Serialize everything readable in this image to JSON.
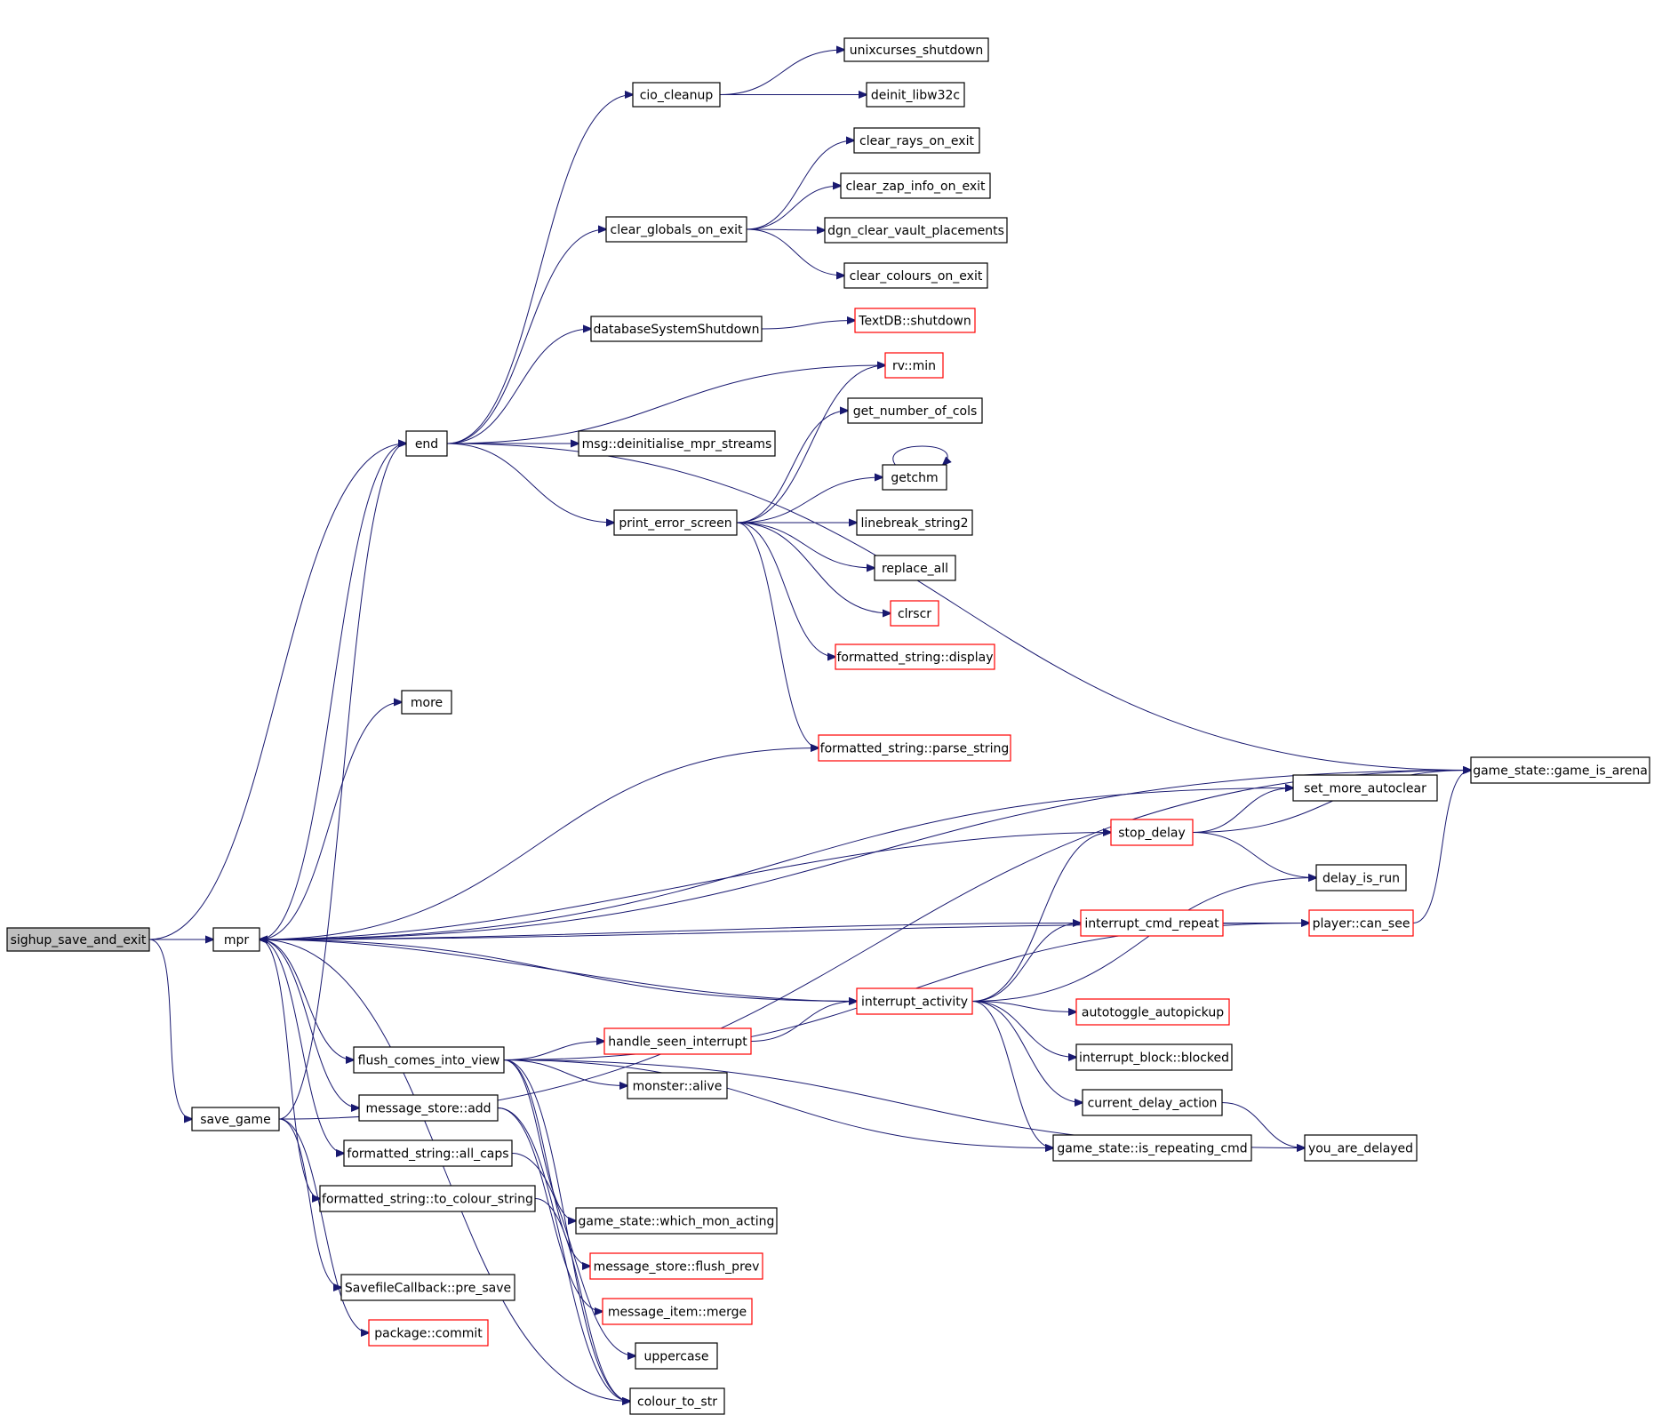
{
  "nodes": [
    {
      "id": "sighup",
      "label": "sighup_save_and_exit",
      "style": "root"
    },
    {
      "id": "mpr",
      "label": "mpr",
      "style": "normal"
    },
    {
      "id": "save_game",
      "label": "save_game",
      "style": "normal"
    },
    {
      "id": "end",
      "label": "end",
      "style": "normal"
    },
    {
      "id": "more",
      "label": "more",
      "style": "normal"
    },
    {
      "id": "cio_cleanup",
      "label": "cio_cleanup",
      "style": "normal"
    },
    {
      "id": "unixcurses_shutdown",
      "label": "unixcurses_shutdown",
      "style": "normal"
    },
    {
      "id": "deinit_libw32c",
      "label": "deinit_libw32c",
      "style": "normal"
    },
    {
      "id": "clear_globals_on_exit",
      "label": "clear_globals_on_exit",
      "style": "normal"
    },
    {
      "id": "clear_rays_on_exit",
      "label": "clear_rays_on_exit",
      "style": "normal"
    },
    {
      "id": "clear_zap_info_on_exit",
      "label": "clear_zap_info_on_exit",
      "style": "normal"
    },
    {
      "id": "dgn_clear_vault_placements",
      "label": "dgn_clear_vault_placements",
      "style": "normal"
    },
    {
      "id": "clear_colours_on_exit",
      "label": "clear_colours_on_exit",
      "style": "normal"
    },
    {
      "id": "databaseSystemShutdown",
      "label": "databaseSystemShutdown",
      "style": "normal"
    },
    {
      "id": "textdb_shutdown",
      "label": "TextDB::shutdown",
      "style": "red"
    },
    {
      "id": "rv_min",
      "label": "rv::min",
      "style": "red"
    },
    {
      "id": "msg_deinit",
      "label": "msg::deinitialise_mpr_streams",
      "style": "normal"
    },
    {
      "id": "print_error_screen",
      "label": "print_error_screen",
      "style": "normal"
    },
    {
      "id": "get_number_of_cols",
      "label": "get_number_of_cols",
      "style": "normal"
    },
    {
      "id": "getchm",
      "label": "getchm",
      "style": "normal"
    },
    {
      "id": "linebreak_string2",
      "label": "linebreak_string2",
      "style": "normal"
    },
    {
      "id": "replace_all",
      "label": "replace_all",
      "style": "normal"
    },
    {
      "id": "clrscr",
      "label": "clrscr",
      "style": "red"
    },
    {
      "id": "fs_display",
      "label": "formatted_string::display",
      "style": "red"
    },
    {
      "id": "fs_parse_string",
      "label": "formatted_string::parse_string",
      "style": "red"
    },
    {
      "id": "game_is_arena",
      "label": "game_state::game_is_arena",
      "style": "normal"
    },
    {
      "id": "set_more_autoclear",
      "label": "set_more_autoclear",
      "style": "normal"
    },
    {
      "id": "stop_delay",
      "label": "stop_delay",
      "style": "red"
    },
    {
      "id": "delay_is_run",
      "label": "delay_is_run",
      "style": "normal"
    },
    {
      "id": "interrupt_cmd_repeat",
      "label": "interrupt_cmd_repeat",
      "style": "red"
    },
    {
      "id": "player_can_see",
      "label": "player::can_see",
      "style": "red"
    },
    {
      "id": "interrupt_activity",
      "label": "interrupt_activity",
      "style": "red"
    },
    {
      "id": "autotoggle_autopickup",
      "label": "autotoggle_autopickup",
      "style": "red"
    },
    {
      "id": "interrupt_block_blocked",
      "label": "interrupt_block::blocked",
      "style": "normal"
    },
    {
      "id": "current_delay_action",
      "label": "current_delay_action",
      "style": "normal"
    },
    {
      "id": "is_repeating_cmd",
      "label": "game_state::is_repeating_cmd",
      "style": "normal"
    },
    {
      "id": "you_are_delayed",
      "label": "you_are_delayed",
      "style": "normal"
    },
    {
      "id": "flush_comes_into_view",
      "label": "flush_comes_into_view",
      "style": "normal"
    },
    {
      "id": "handle_seen_interrupt",
      "label": "handle_seen_interrupt",
      "style": "red"
    },
    {
      "id": "monster_alive",
      "label": "monster::alive",
      "style": "normal"
    },
    {
      "id": "message_store_add",
      "label": "message_store::add",
      "style": "normal"
    },
    {
      "id": "fs_all_caps",
      "label": "formatted_string::all_caps",
      "style": "normal"
    },
    {
      "id": "fs_to_colour_string",
      "label": "formatted_string::to_colour_string",
      "style": "normal"
    },
    {
      "id": "which_mon_acting",
      "label": "game_state::which_mon_acting",
      "style": "normal"
    },
    {
      "id": "message_store_flush_prev",
      "label": "message_store::flush_prev",
      "style": "red"
    },
    {
      "id": "message_item_merge",
      "label": "message_item::merge",
      "style": "red"
    },
    {
      "id": "uppercase",
      "label": "uppercase",
      "style": "normal"
    },
    {
      "id": "colour_to_str",
      "label": "colour_to_str",
      "style": "normal"
    },
    {
      "id": "savefile_pre_save",
      "label": "SavefileCallback::pre_save",
      "style": "normal"
    },
    {
      "id": "package_commit",
      "label": "package::commit",
      "style": "red"
    }
  ],
  "edges": [
    [
      "sighup",
      "mpr"
    ],
    [
      "sighup",
      "save_game"
    ],
    [
      "sighup",
      "end"
    ],
    [
      "end",
      "cio_cleanup"
    ],
    [
      "end",
      "clear_globals_on_exit"
    ],
    [
      "end",
      "databaseSystemShutdown"
    ],
    [
      "end",
      "rv_min"
    ],
    [
      "end",
      "msg_deinit"
    ],
    [
      "end",
      "print_error_screen"
    ],
    [
      "end",
      "game_is_arena"
    ],
    [
      "cio_cleanup",
      "unixcurses_shutdown"
    ],
    [
      "cio_cleanup",
      "deinit_libw32c"
    ],
    [
      "clear_globals_on_exit",
      "clear_rays_on_exit"
    ],
    [
      "clear_globals_on_exit",
      "clear_zap_info_on_exit"
    ],
    [
      "clear_globals_on_exit",
      "dgn_clear_vault_placements"
    ],
    [
      "clear_globals_on_exit",
      "clear_colours_on_exit"
    ],
    [
      "databaseSystemShutdown",
      "textdb_shutdown"
    ],
    [
      "print_error_screen",
      "rv_min"
    ],
    [
      "print_error_screen",
      "get_number_of_cols"
    ],
    [
      "print_error_screen",
      "getchm"
    ],
    [
      "print_error_screen",
      "linebreak_string2"
    ],
    [
      "print_error_screen",
      "replace_all"
    ],
    [
      "print_error_screen",
      "clrscr"
    ],
    [
      "print_error_screen",
      "fs_display"
    ],
    [
      "print_error_screen",
      "fs_parse_string"
    ],
    [
      "getchm",
      "getchm"
    ],
    [
      "mpr",
      "game_is_arena"
    ],
    [
      "mpr",
      "end"
    ],
    [
      "mpr",
      "more"
    ],
    [
      "mpr",
      "fs_parse_string"
    ],
    [
      "mpr",
      "set_more_autoclear"
    ],
    [
      "mpr",
      "interrupt_activity"
    ],
    [
      "mpr",
      "flush_comes_into_view"
    ],
    [
      "mpr",
      "message_store_add"
    ],
    [
      "mpr",
      "fs_all_caps"
    ],
    [
      "mpr",
      "fs_to_colour_string"
    ],
    [
      "mpr",
      "colour_to_str"
    ],
    [
      "stop_delay",
      "mpr"
    ],
    [
      "interrupt_cmd_repeat",
      "mpr"
    ],
    [
      "interrupt_activity",
      "mpr"
    ],
    [
      "player_can_see",
      "mpr"
    ],
    [
      "stop_delay",
      "set_more_autoclear"
    ],
    [
      "stop_delay",
      "game_is_arena"
    ],
    [
      "stop_delay",
      "delay_is_run"
    ],
    [
      "interrupt_cmd_repeat",
      "player_can_see"
    ],
    [
      "player_can_see",
      "game_is_arena"
    ],
    [
      "interrupt_activity",
      "stop_delay"
    ],
    [
      "interrupt_activity",
      "interrupt_cmd_repeat"
    ],
    [
      "interrupt_activity",
      "delay_is_run"
    ],
    [
      "interrupt_activity",
      "autotoggle_autopickup"
    ],
    [
      "interrupt_activity",
      "interrupt_block_blocked"
    ],
    [
      "interrupt_activity",
      "current_delay_action"
    ],
    [
      "interrupt_activity",
      "is_repeating_cmd"
    ],
    [
      "current_delay_action",
      "you_are_delayed"
    ],
    [
      "flush_comes_into_view",
      "handle_seen_interrupt"
    ],
    [
      "flush_comes_into_view",
      "monster_alive"
    ],
    [
      "flush_comes_into_view",
      "player_can_see"
    ],
    [
      "flush_comes_into_view",
      "is_repeating_cmd"
    ],
    [
      "flush_comes_into_view",
      "you_are_delayed"
    ],
    [
      "flush_comes_into_view",
      "which_mon_acting"
    ],
    [
      "flush_comes_into_view",
      "message_store_flush_prev"
    ],
    [
      "flush_comes_into_view",
      "colour_to_str"
    ],
    [
      "handle_seen_interrupt",
      "interrupt_activity"
    ],
    [
      "message_store_add",
      "message_item_merge"
    ],
    [
      "message_store_add",
      "colour_to_str"
    ],
    [
      "fs_all_caps",
      "uppercase"
    ],
    [
      "fs_to_colour_string",
      "colour_to_str"
    ],
    [
      "save_game",
      "savefile_pre_save"
    ],
    [
      "save_game",
      "package_commit"
    ],
    [
      "save_game",
      "end"
    ],
    [
      "save_game",
      "game_is_arena"
    ]
  ]
}
